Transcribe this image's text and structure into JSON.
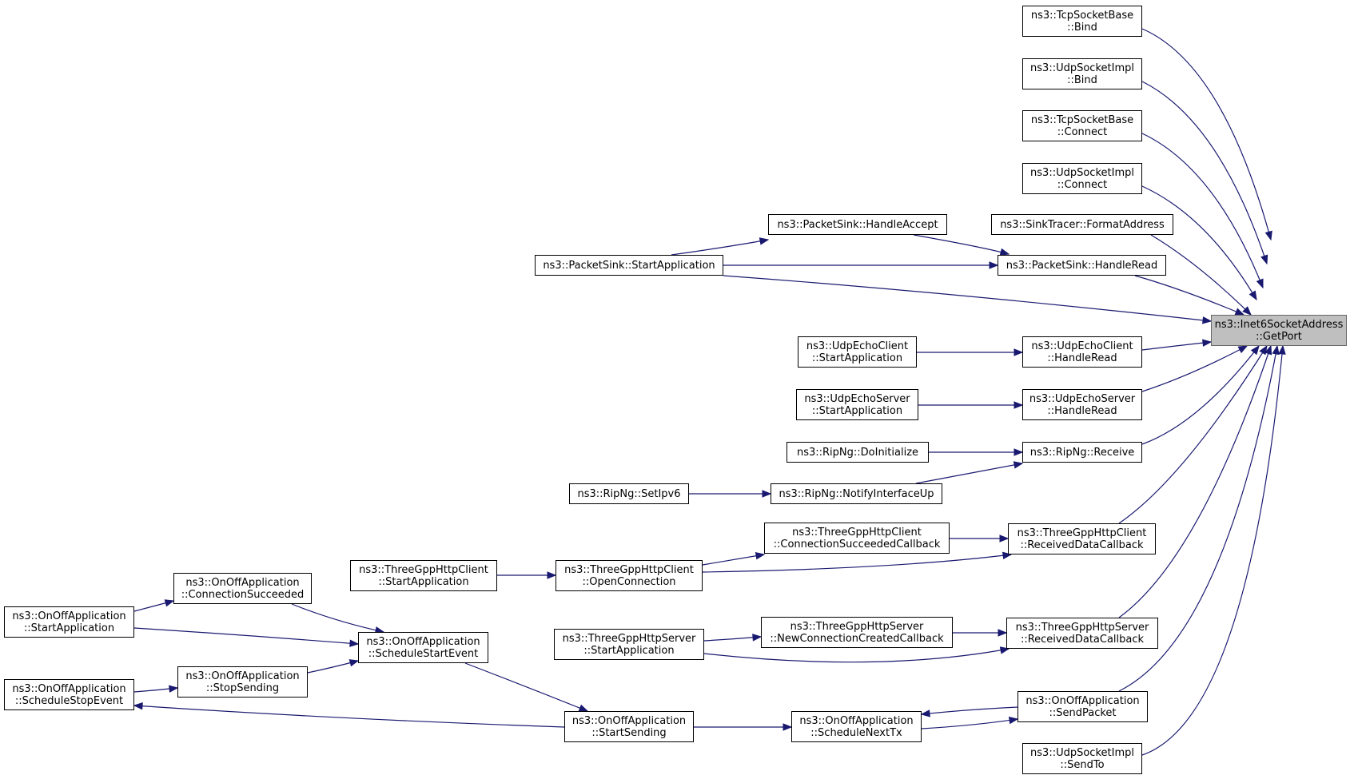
{
  "colors": {
    "edge": "#191970",
    "node_border": "#000000",
    "focus_fill": "#bfbfbf",
    "background": "#ffffff"
  },
  "nodes": [
    {
      "id": "getport",
      "lines": [
        "ns3::Inet6SocketAddress",
        "::GetPort"
      ],
      "focus": true
    },
    {
      "id": "tcp_bind",
      "lines": [
        "ns3::TcpSocketBase",
        "::Bind"
      ]
    },
    {
      "id": "udp_bind",
      "lines": [
        "ns3::UdpSocketImpl",
        "::Bind"
      ]
    },
    {
      "id": "tcp_connect",
      "lines": [
        "ns3::TcpSocketBase",
        "::Connect"
      ]
    },
    {
      "id": "udp_connect",
      "lines": [
        "ns3::UdpSocketImpl",
        "::Connect"
      ]
    },
    {
      "id": "sink_format",
      "lines": [
        "ns3::SinkTracer::FormatAddress"
      ]
    },
    {
      "id": "ps_accept",
      "lines": [
        "ns3::PacketSink::HandleAccept"
      ]
    },
    {
      "id": "ps_start",
      "lines": [
        "ns3::PacketSink::StartApplication"
      ]
    },
    {
      "id": "ps_read",
      "lines": [
        "ns3::PacketSink::HandleRead"
      ]
    },
    {
      "id": "uec_start",
      "lines": [
        "ns3::UdpEchoClient",
        "::StartApplication"
      ]
    },
    {
      "id": "uec_read",
      "lines": [
        "ns3::UdpEchoClient",
        "::HandleRead"
      ]
    },
    {
      "id": "ues_start",
      "lines": [
        "ns3::UdpEchoServer",
        "::StartApplication"
      ]
    },
    {
      "id": "ues_read",
      "lines": [
        "ns3::UdpEchoServer",
        "::HandleRead"
      ]
    },
    {
      "id": "rip_init",
      "lines": [
        "ns3::RipNg::DoInitialize"
      ]
    },
    {
      "id": "rip_recv",
      "lines": [
        "ns3::RipNg::Receive"
      ]
    },
    {
      "id": "rip_setipv6",
      "lines": [
        "ns3::RipNg::SetIpv6"
      ]
    },
    {
      "id": "rip_notify",
      "lines": [
        "ns3::RipNg::NotifyInterfaceUp"
      ]
    },
    {
      "id": "hc_connsucc",
      "lines": [
        "ns3::ThreeGppHttpClient",
        "::ConnectionSucceededCallback"
      ]
    },
    {
      "id": "hc_recv",
      "lines": [
        "ns3::ThreeGppHttpClient",
        "::ReceivedDataCallback"
      ]
    },
    {
      "id": "hc_start",
      "lines": [
        "ns3::ThreeGppHttpClient",
        "::StartApplication"
      ]
    },
    {
      "id": "hc_open",
      "lines": [
        "ns3::ThreeGppHttpClient",
        "::OpenConnection"
      ]
    },
    {
      "id": "oo_connsucc",
      "lines": [
        "ns3::OnOffApplication",
        "::ConnectionSucceeded"
      ]
    },
    {
      "id": "oo_start",
      "lines": [
        "ns3::OnOffApplication",
        "::StartApplication"
      ]
    },
    {
      "id": "oo_schedstart",
      "lines": [
        "ns3::OnOffApplication",
        "::ScheduleStartEvent"
      ]
    },
    {
      "id": "hs_start",
      "lines": [
        "ns3::ThreeGppHttpServer",
        "::StartApplication"
      ]
    },
    {
      "id": "hs_newconn",
      "lines": [
        "ns3::ThreeGppHttpServer",
        "::NewConnectionCreatedCallback"
      ]
    },
    {
      "id": "hs_recv",
      "lines": [
        "ns3::ThreeGppHttpServer",
        "::ReceivedDataCallback"
      ]
    },
    {
      "id": "oo_schedstop",
      "lines": [
        "ns3::OnOffApplication",
        "::ScheduleStopEvent"
      ]
    },
    {
      "id": "oo_stopsend",
      "lines": [
        "ns3::OnOffApplication",
        "::StopSending"
      ]
    },
    {
      "id": "oo_sendpacket",
      "lines": [
        "ns3::OnOffApplication",
        "::SendPacket"
      ]
    },
    {
      "id": "oo_startsend",
      "lines": [
        "ns3::OnOffApplication",
        "::StartSending"
      ]
    },
    {
      "id": "oo_schednext",
      "lines": [
        "ns3::OnOffApplication",
        "::ScheduleNextTx"
      ]
    },
    {
      "id": "udp_sendto",
      "lines": [
        "ns3::UdpSocketImpl",
        "::SendTo"
      ]
    }
  ],
  "edges": [
    [
      "tcp_bind",
      "getport"
    ],
    [
      "udp_bind",
      "getport"
    ],
    [
      "tcp_connect",
      "getport"
    ],
    [
      "udp_connect",
      "getport"
    ],
    [
      "sink_format",
      "getport"
    ],
    [
      "ps_read",
      "getport"
    ],
    [
      "ps_start",
      "getport"
    ],
    [
      "uec_read",
      "getport"
    ],
    [
      "ues_read",
      "getport"
    ],
    [
      "rip_recv",
      "getport"
    ],
    [
      "hc_recv",
      "getport"
    ],
    [
      "hs_recv",
      "getport"
    ],
    [
      "oo_sendpacket",
      "getport"
    ],
    [
      "udp_sendto",
      "getport"
    ],
    [
      "ps_start",
      "ps_accept"
    ],
    [
      "ps_accept",
      "ps_read"
    ],
    [
      "ps_start",
      "ps_read"
    ],
    [
      "uec_start",
      "uec_read"
    ],
    [
      "ues_start",
      "ues_read"
    ],
    [
      "rip_init",
      "rip_recv"
    ],
    [
      "rip_notify",
      "rip_recv"
    ],
    [
      "rip_setipv6",
      "rip_notify"
    ],
    [
      "hc_connsucc",
      "hc_recv"
    ],
    [
      "hc_open",
      "hc_recv"
    ],
    [
      "hc_open",
      "hc_connsucc"
    ],
    [
      "hc_start",
      "hc_open"
    ],
    [
      "hs_newconn",
      "hs_recv"
    ],
    [
      "hs_start",
      "hs_recv"
    ],
    [
      "hs_start",
      "hs_newconn"
    ],
    [
      "oo_start",
      "oo_connsucc"
    ],
    [
      "oo_connsucc",
      "oo_schedstart"
    ],
    [
      "oo_start",
      "oo_schedstart"
    ],
    [
      "oo_stopsend",
      "oo_schedstart"
    ],
    [
      "oo_schedstop",
      "oo_stopsend"
    ],
    [
      "oo_schedstart",
      "oo_startsend"
    ],
    [
      "oo_startsend",
      "oo_schedstop"
    ],
    [
      "oo_startsend",
      "oo_schednext"
    ],
    [
      "oo_schednext",
      "oo_sendpacket"
    ],
    [
      "oo_sendpacket",
      "oo_schednext"
    ]
  ]
}
